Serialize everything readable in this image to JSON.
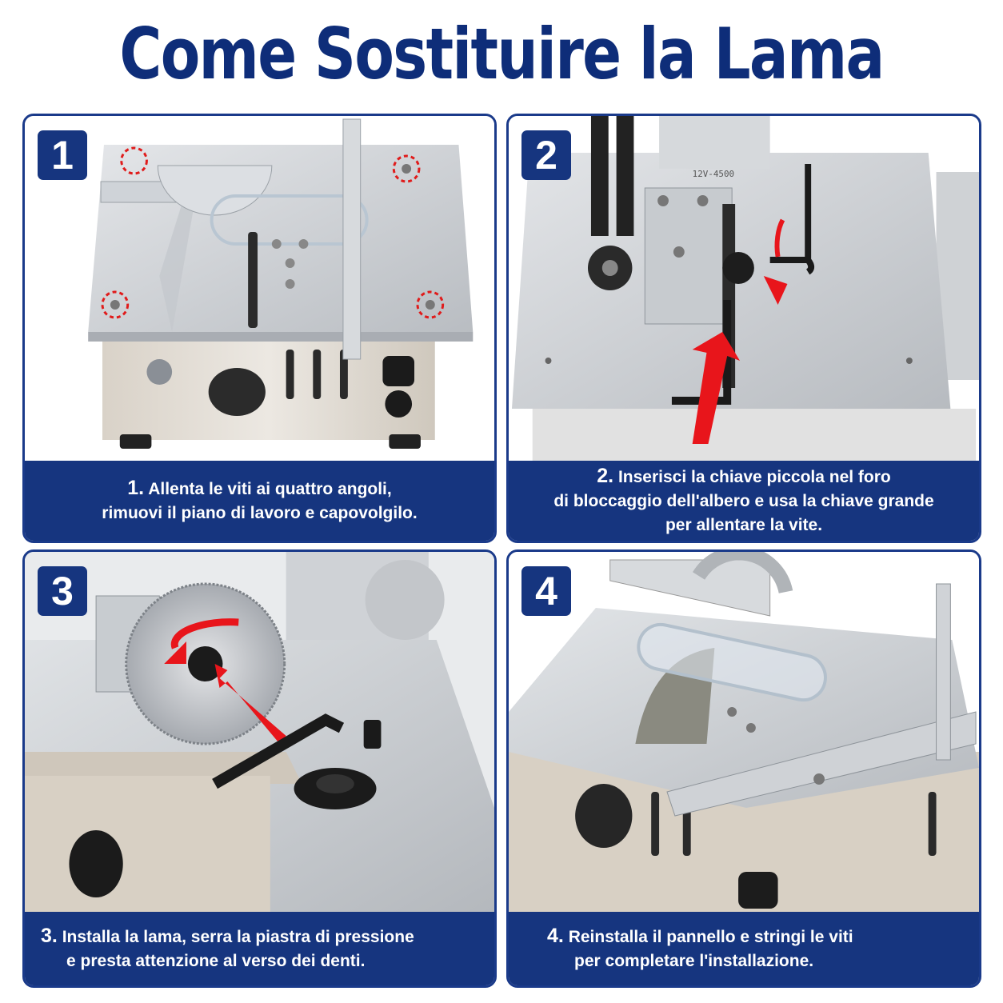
{
  "title": "Come Sostituire la Lama",
  "steps": [
    {
      "badge": "1",
      "number": "1.",
      "line1": "Allenta le viti ai quattro angoli,",
      "line2": "rimuovi il piano di lavoro e capovolgilo."
    },
    {
      "badge": "2",
      "number": "2.",
      "line1": "Inserisci la chiave piccola  nel foro",
      "line2": "di bloccaggio dell'albero e usa la chiave grande",
      "line3": "per allentare la vite."
    },
    {
      "badge": "3",
      "number": "3.",
      "line1": "Installa la lama, serra la piastra di pressione",
      "line2": "e presta attenzione al verso dei denti."
    },
    {
      "badge": "4",
      "number": "4.",
      "line1": "Reinstalla il pannello e stringi le viti",
      "line2": "per completare l'installazione."
    }
  ],
  "motor_label": "12V-4500",
  "colors": {
    "title": "#0e2d79",
    "panel_border": "#1a3a8a",
    "caption_bg": "#16357f",
    "arrow": "#e8151b",
    "marker": "#e01b1b"
  }
}
